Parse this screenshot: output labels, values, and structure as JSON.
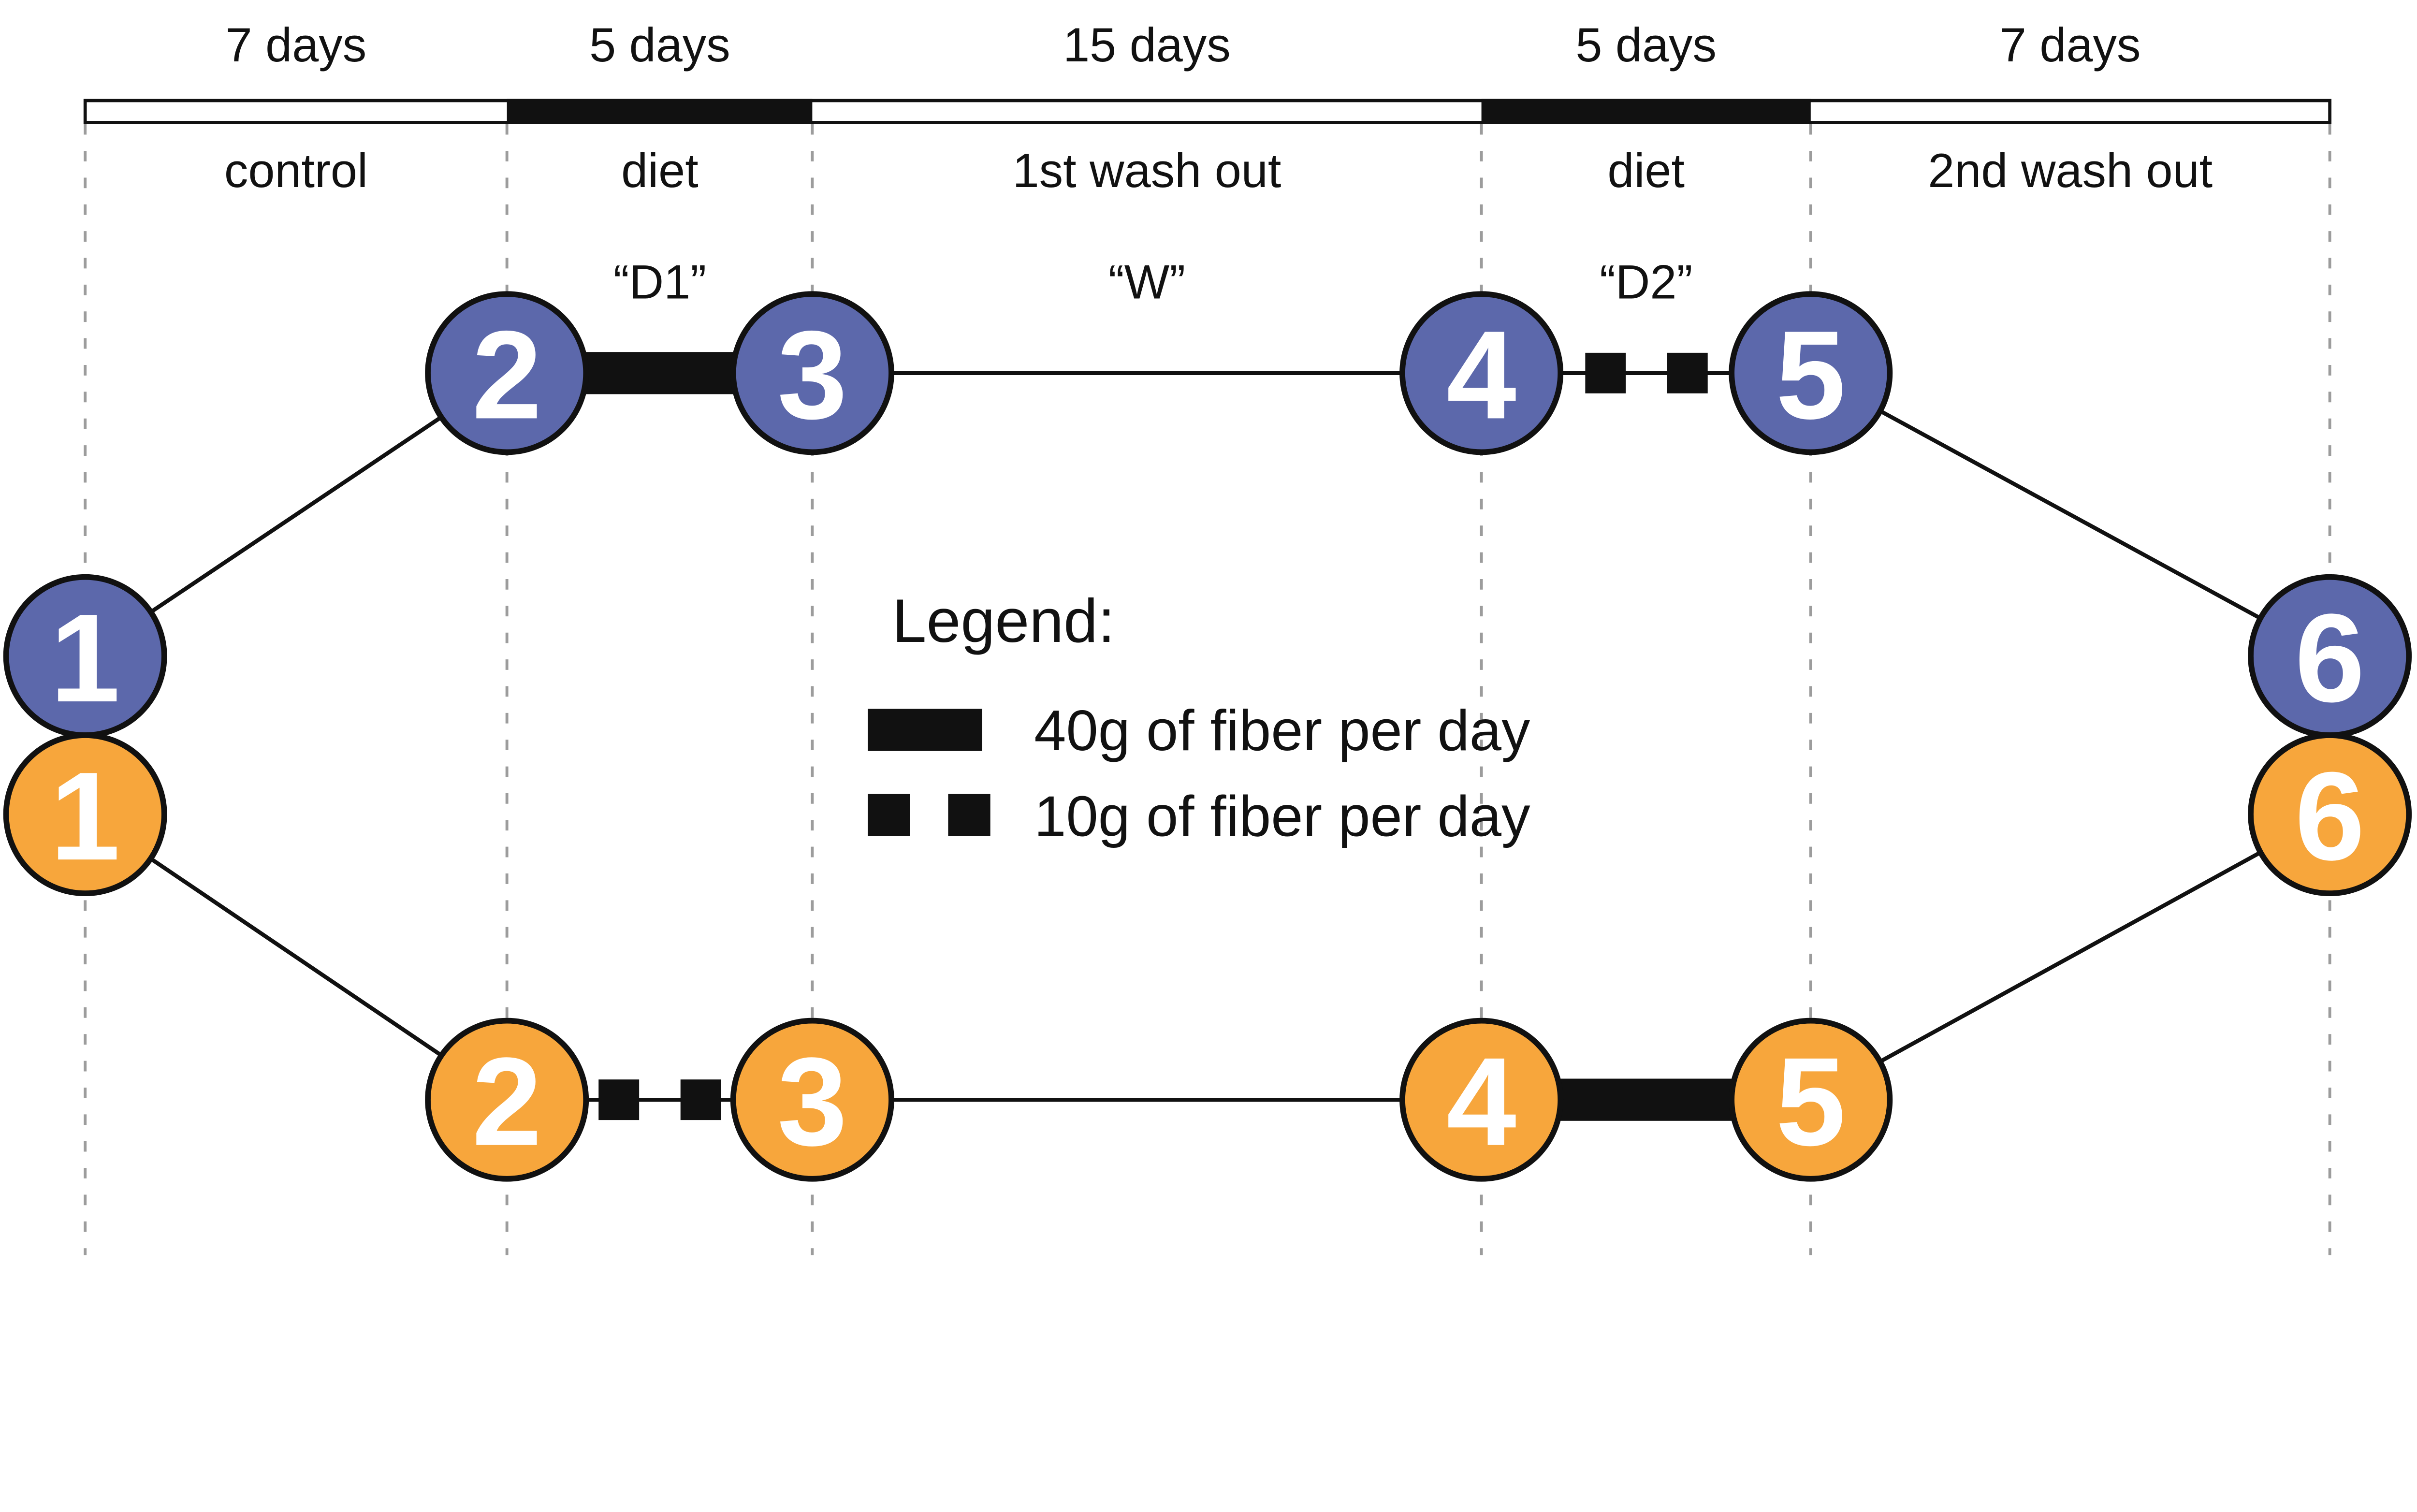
{
  "figure": {
    "background_color": "#ffffff",
    "colors": {
      "arm_top_fill": "#5c68ab",
      "arm_bottom_fill": "#f7a63c",
      "line_black": "#111111",
      "boundary_dash_gray": "#9c9c9c",
      "node_number_text": "#ffffff"
    },
    "timeline": {
      "phases": [
        {
          "duration": "7 days",
          "label": "control",
          "sublabel": "",
          "diet_bar": false
        },
        {
          "duration": "5 days",
          "label": "diet",
          "sublabel": "“D1”",
          "diet_bar": true
        },
        {
          "duration": "15 days",
          "label": "1st wash out",
          "sublabel": "“W”",
          "diet_bar": false
        },
        {
          "duration": "5 days",
          "label": "diet",
          "sublabel": "“D2”",
          "diet_bar": true
        },
        {
          "duration": "7 days",
          "label": "2nd wash out",
          "sublabel": "",
          "diet_bar": false
        }
      ]
    },
    "arms": {
      "top": {
        "fill": "#5c68ab",
        "nodes": [
          "1",
          "2",
          "3",
          "4",
          "5",
          "6"
        ],
        "edges": [
          {
            "from": "1",
            "to": "2",
            "type": "plain"
          },
          {
            "from": "2",
            "to": "3",
            "type": "thick-bar-40g"
          },
          {
            "from": "3",
            "to": "4",
            "type": "plain"
          },
          {
            "from": "4",
            "to": "5",
            "type": "squares-10g"
          },
          {
            "from": "5",
            "to": "6",
            "type": "plain"
          }
        ]
      },
      "bottom": {
        "fill": "#f7a63c",
        "nodes": [
          "1",
          "2",
          "3",
          "4",
          "5",
          "6"
        ],
        "edges": [
          {
            "from": "1",
            "to": "2",
            "type": "plain"
          },
          {
            "from": "2",
            "to": "3",
            "type": "squares-10g"
          },
          {
            "from": "3",
            "to": "4",
            "type": "plain"
          },
          {
            "from": "4",
            "to": "5",
            "type": "thick-bar-40g"
          },
          {
            "from": "5",
            "to": "6",
            "type": "plain"
          }
        ]
      }
    },
    "legend": {
      "title": "Legend:",
      "items": [
        {
          "swatch": "solid-bar",
          "label": "40g of fiber per day"
        },
        {
          "swatch": "two-squares",
          "label": "10g of fiber per day"
        }
      ]
    }
  }
}
